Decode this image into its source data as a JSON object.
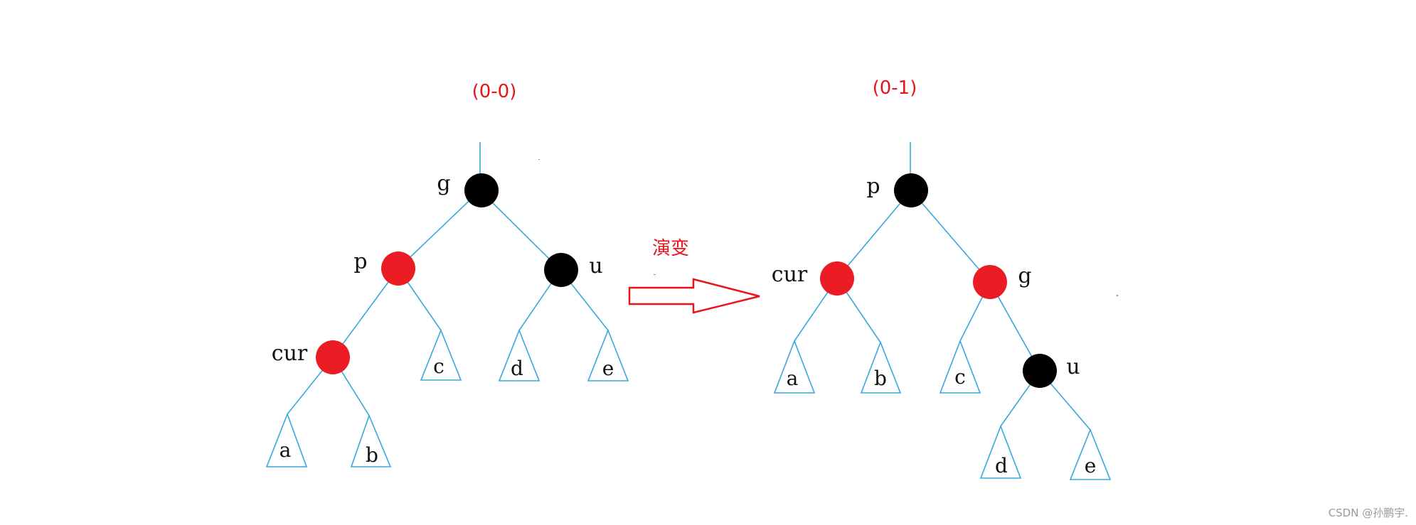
{
  "colors": {
    "edge": "#3aa7dc",
    "red_node": "#ec1c24",
    "black_node": "#000000",
    "caption": "#e8141c",
    "arrow": "#e8141c"
  },
  "left_tree": {
    "caption": "(0-0)",
    "nodes": {
      "g": {
        "label": "g",
        "color": "black"
      },
      "p": {
        "label": "p",
        "color": "red"
      },
      "u": {
        "label": "u",
        "color": "black"
      },
      "cur": {
        "label": "cur",
        "color": "red"
      }
    },
    "subtrees": [
      "a",
      "b",
      "c",
      "d",
      "e"
    ]
  },
  "transition": {
    "label": "演变",
    "arrow_icon": "hollow-right-arrow-icon"
  },
  "right_tree": {
    "caption": "(0-1)",
    "nodes": {
      "p": {
        "label": "p",
        "color": "black"
      },
      "cur": {
        "label": "cur",
        "color": "red"
      },
      "g": {
        "label": "g",
        "color": "red"
      },
      "u": {
        "label": "u",
        "color": "black"
      }
    },
    "subtrees": [
      "a",
      "b",
      "c",
      "d",
      "e"
    ]
  },
  "watermark": "CSDN @孙鹏宇."
}
